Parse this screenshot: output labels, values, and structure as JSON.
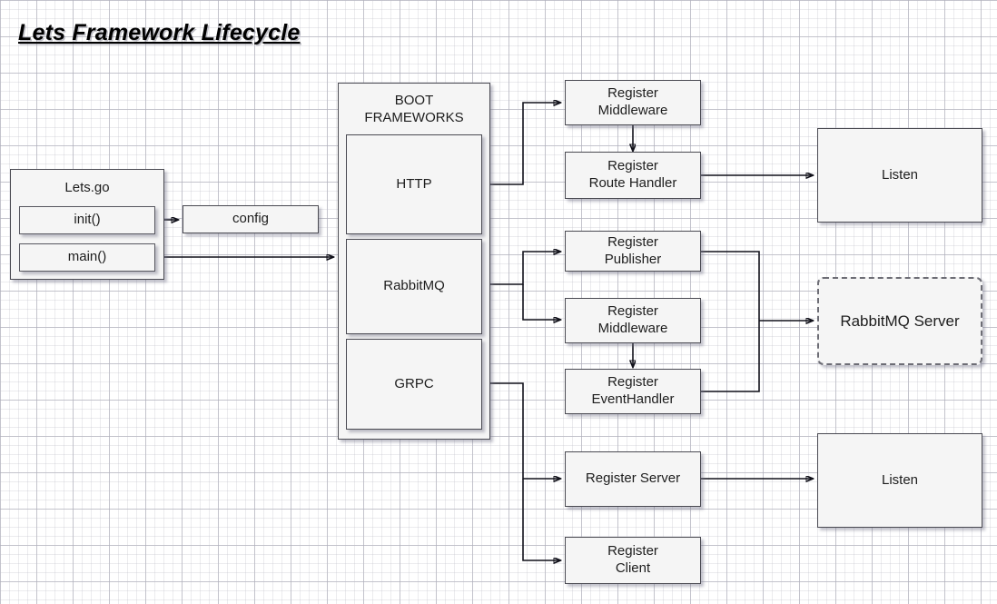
{
  "title": "Lets Framework Lifecycle",
  "colors": {
    "node_fill": "#f5f5f5",
    "node_stroke": "#4a4a52",
    "dashed_stroke": "#6d6d75",
    "edge": "#11111a",
    "grid_minor": "#bebec8",
    "grid_major": "#9696a5",
    "text": "#1d1d1d"
  },
  "entry": {
    "container_label": "Lets.go",
    "init_label": "init()",
    "main_label": "main()",
    "config_label": "config"
  },
  "boot": {
    "group_label": "BOOT\nFRAMEWORKS",
    "frameworks": [
      {
        "label": "HTTP"
      },
      {
        "label": "RabbitMQ"
      },
      {
        "label": "GRPC"
      }
    ]
  },
  "registers": {
    "http": [
      {
        "label": "Register\nMiddleware"
      },
      {
        "label": "Register\nRoute Handler"
      }
    ],
    "rabbitmq": [
      {
        "label": "Register\nPublisher"
      },
      {
        "label": "Register\nMiddleware"
      },
      {
        "label": "Register\nEventHandler"
      }
    ],
    "grpc": [
      {
        "label": "Register Server"
      },
      {
        "label": "Register\nClient"
      }
    ]
  },
  "sinks": {
    "http_listen": "Listen",
    "rabbitmq_server": "RabbitMQ Server",
    "grpc_listen": "Listen"
  }
}
